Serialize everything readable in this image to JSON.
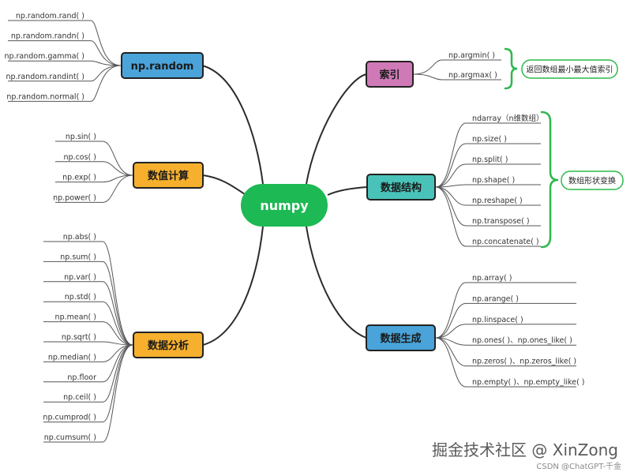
{
  "root": {
    "label": "numpy",
    "color": "#1db954"
  },
  "topics": {
    "random": {
      "label": "np.random",
      "color": "#4aa3d9",
      "items": [
        "np.random.rand( )",
        "np.random.randn( )",
        "np.random.gamma( )",
        "np.random.randint( )",
        "np.random.normal( )"
      ]
    },
    "calc": {
      "label": "数值计算",
      "color": "#f6b02d",
      "items": [
        "np.sin( )",
        "np.cos( )",
        "np.exp( )",
        "np.power( )"
      ]
    },
    "analysis": {
      "label": "数据分析",
      "color": "#f6b02d",
      "items": [
        "np.abs( )",
        "np.sum( )",
        "np.var( )",
        "np.std( )",
        "np.mean( )",
        "np.sqrt( )",
        "np.median( )",
        "np.floor",
        "np.ceil( )",
        "np.cumprod( )",
        "np.cumsum( )"
      ]
    },
    "index": {
      "label": "索引",
      "color": "#cf79b7",
      "items": [
        "np.argmin( )",
        "np.argmax( )"
      ],
      "note": "返回数组最小最大值索引"
    },
    "structure": {
      "label": "数据结构",
      "color": "#49c3b9",
      "items": [
        "ndarray（n维数组）",
        "np.size( )",
        "np.split( )",
        "np.shape( )",
        "np.reshape( )",
        "np.transpose( )",
        "np.concatenate( )"
      ],
      "note": "数组形状变换"
    },
    "generate": {
      "label": "数据生成",
      "color": "#4aa3d9",
      "items": [
        "np.array( )",
        "np.arange( )",
        "np.linspace( )",
        "np.ones( )、np.ones_like( )",
        "np.zeros( )、np.zeros_like( )",
        "np.empty( )、np.empty_like( )"
      ]
    }
  },
  "colors": {
    "bracket": "#2db84d",
    "line": "#2b2b2b",
    "leafLine": "#555555"
  },
  "watermark": {
    "main": "掘金技术社区 @ XinZong",
    "sub": "CSDN @ChatGPT-千金"
  }
}
